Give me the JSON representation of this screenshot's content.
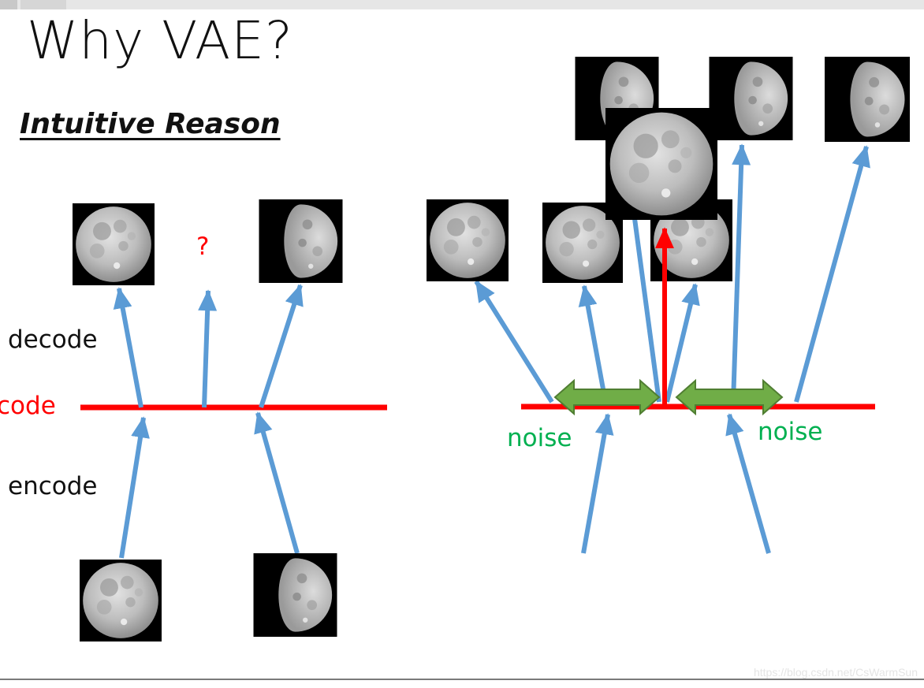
{
  "slide": {
    "title": "Why VAE?",
    "subtitle": "Intuitive Reason"
  },
  "left_panel": {
    "decode_label": "decode",
    "code_label": "code",
    "encode_label": "encode",
    "question_mark": "?"
  },
  "right_panel": {
    "noise_label_left": "noise",
    "noise_label_right": "noise"
  },
  "watermark": "https://blog.csdn.net/CsWarmSun",
  "colors": {
    "arrow_blue": "#5b9bd5",
    "code_line_red": "#ff0000",
    "noise_green": "#70ad47",
    "noise_text_green": "#00b050",
    "moon_bg": "#000000"
  },
  "icons": [
    "full-moon-icon",
    "half-moon-icon"
  ]
}
